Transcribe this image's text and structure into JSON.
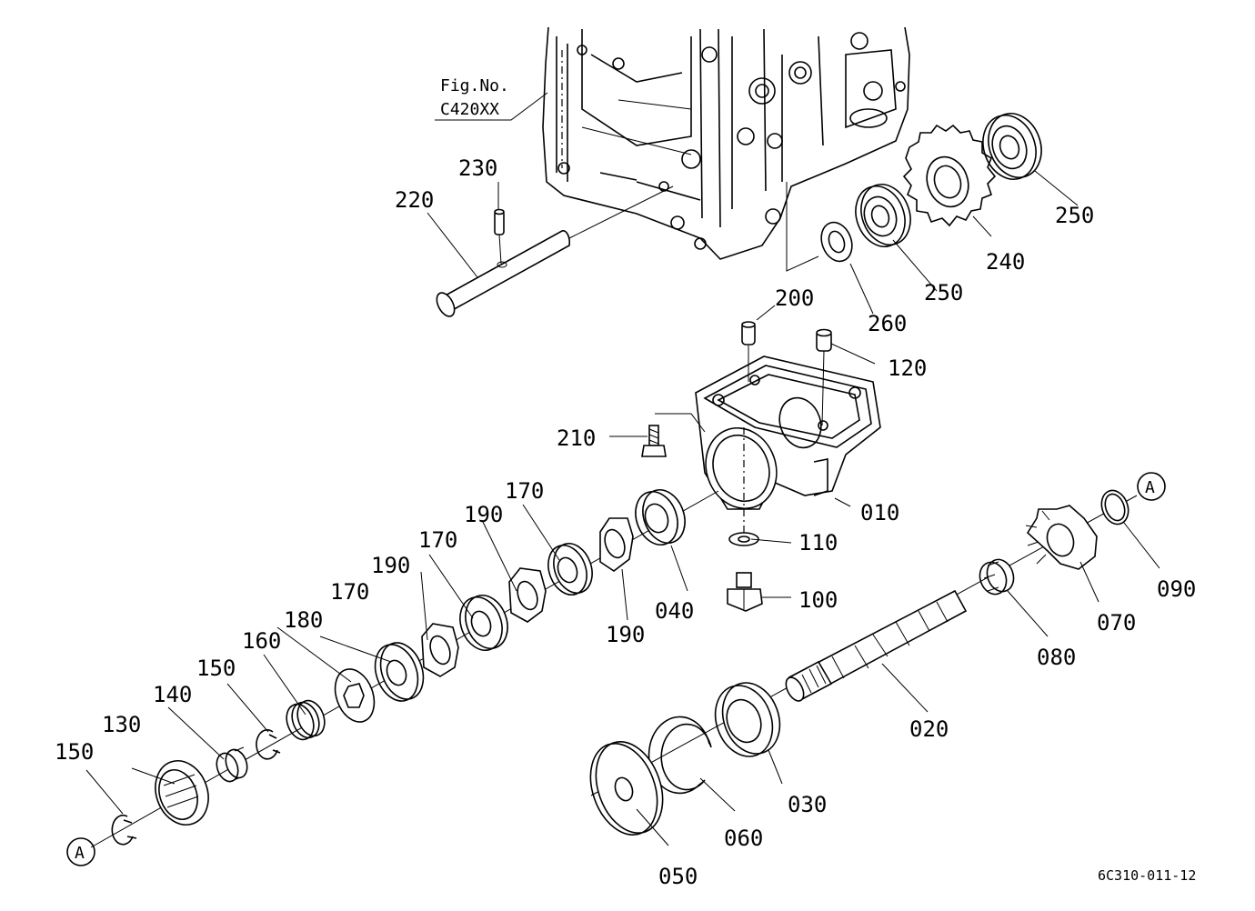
{
  "figure_ref": {
    "line1": "Fig.No.",
    "line2": "C420XX"
  },
  "drawing_code": "6C310-011-12",
  "marker": "A",
  "callouts": [
    {
      "id": "p010",
      "text": "010"
    },
    {
      "id": "p020",
      "text": "020"
    },
    {
      "id": "p030",
      "text": "030"
    },
    {
      "id": "p040",
      "text": "040"
    },
    {
      "id": "p050",
      "text": "050"
    },
    {
      "id": "p060",
      "text": "060"
    },
    {
      "id": "p070",
      "text": "070"
    },
    {
      "id": "p080",
      "text": "080"
    },
    {
      "id": "p090",
      "text": "090"
    },
    {
      "id": "p100",
      "text": "100"
    },
    {
      "id": "p110",
      "text": "110"
    },
    {
      "id": "p120",
      "text": "120"
    },
    {
      "id": "p130",
      "text": "130"
    },
    {
      "id": "p140",
      "text": "140"
    },
    {
      "id": "p150a",
      "text": "150"
    },
    {
      "id": "p150b",
      "text": "150"
    },
    {
      "id": "p160",
      "text": "160"
    },
    {
      "id": "p170a",
      "text": "170"
    },
    {
      "id": "p170b",
      "text": "170"
    },
    {
      "id": "p170c",
      "text": "170"
    },
    {
      "id": "p180",
      "text": "180"
    },
    {
      "id": "p190a",
      "text": "190"
    },
    {
      "id": "p190b",
      "text": "190"
    },
    {
      "id": "p190c",
      "text": "190"
    },
    {
      "id": "p200",
      "text": "200"
    },
    {
      "id": "p210",
      "text": "210"
    },
    {
      "id": "p220",
      "text": "220"
    },
    {
      "id": "p230",
      "text": "230"
    },
    {
      "id": "p240",
      "text": "240"
    },
    {
      "id": "p250a",
      "text": "250"
    },
    {
      "id": "p250b",
      "text": "250"
    },
    {
      "id": "p260",
      "text": "260"
    }
  ]
}
